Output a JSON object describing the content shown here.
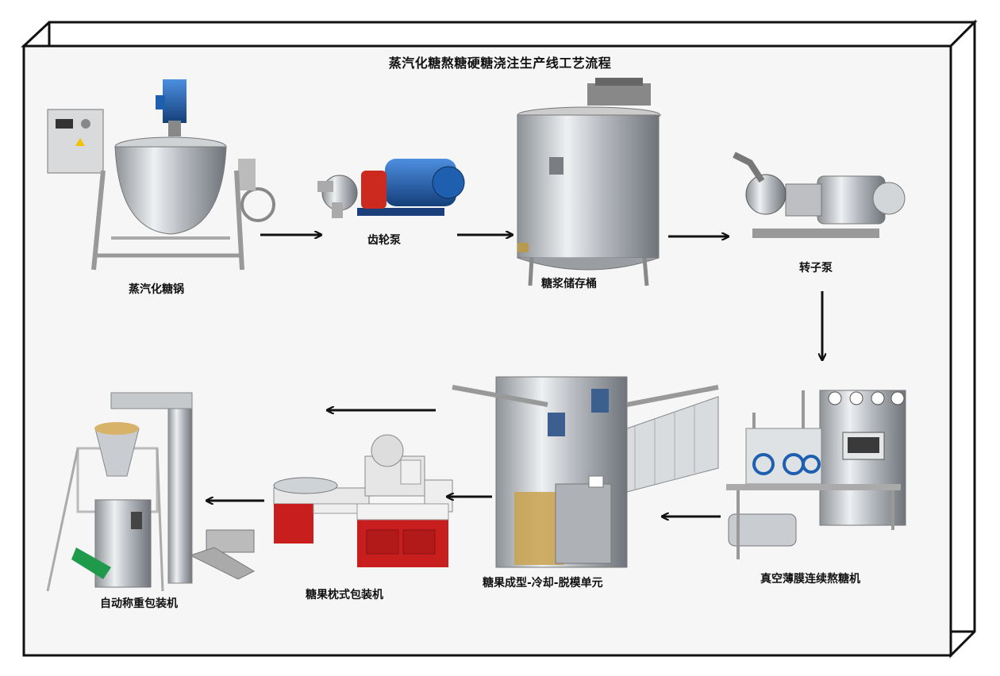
{
  "title": "蒸汽化糖熬糖硬糖浇注生产线工艺流程",
  "steps": [
    {
      "label": "蒸汽化糖锅"
    },
    {
      "label": "齿轮泵"
    },
    {
      "label": "糖浆储存桶"
    },
    {
      "label": "转子泵"
    },
    {
      "label": "真空薄膜连续熬糖机"
    },
    {
      "label": "糖果成型-冷却-脱模单元"
    },
    {
      "label": "糖果枕式包装机"
    },
    {
      "label": "自动称重包装机"
    }
  ],
  "colors": {
    "frame": "#111111",
    "panel_bg": "#f6f6f6",
    "steel": "#c9ccd0",
    "motor_blue": "#1f5fb0",
    "pump_red": "#cc2a1f",
    "packer_red": "#c81e1e"
  }
}
